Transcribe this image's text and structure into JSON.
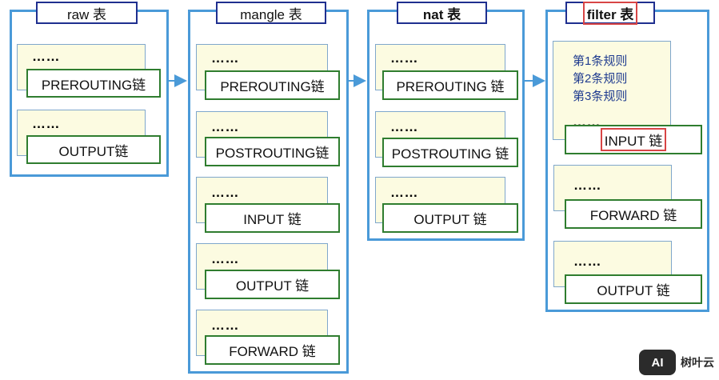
{
  "tables": {
    "raw": {
      "title": "raw 表",
      "dots": [
        "……",
        "……"
      ],
      "chains": [
        "PREROUTING链",
        "OUTPUT链"
      ]
    },
    "mangle": {
      "title": "mangle 表",
      "dots": [
        "……",
        "……",
        "……",
        "……",
        "……"
      ],
      "chains": [
        "PREROUTING链",
        "POSTROUTING链",
        "INPUT 链",
        "OUTPUT 链",
        "FORWARD 链"
      ]
    },
    "nat": {
      "title": "nat 表",
      "dots": [
        "……",
        "……",
        "……"
      ],
      "chains": [
        "PREROUTING 链",
        "POSTROUTING 链",
        "OUTPUT 链"
      ]
    },
    "filter": {
      "title": "filter 表",
      "rules": [
        "第1条规则",
        "第2条规则",
        "第3条规则"
      ],
      "dots": [
        "……",
        "……",
        "……"
      ],
      "chains": [
        "INPUT 链",
        "FORWARD 链",
        "OUTPUT 链"
      ]
    }
  },
  "colors": {
    "table_border": "#4a9ad8",
    "title_border": "#1f2f8f",
    "panel_fill": "#fcfbe1",
    "chain_border": "#2f7d2f",
    "highlight_border": "#d84545",
    "arrow": "#4a9ad8",
    "rule_text": "#1f3b8f"
  },
  "watermark": {
    "logo": "AI",
    "text": "树叶云"
  }
}
